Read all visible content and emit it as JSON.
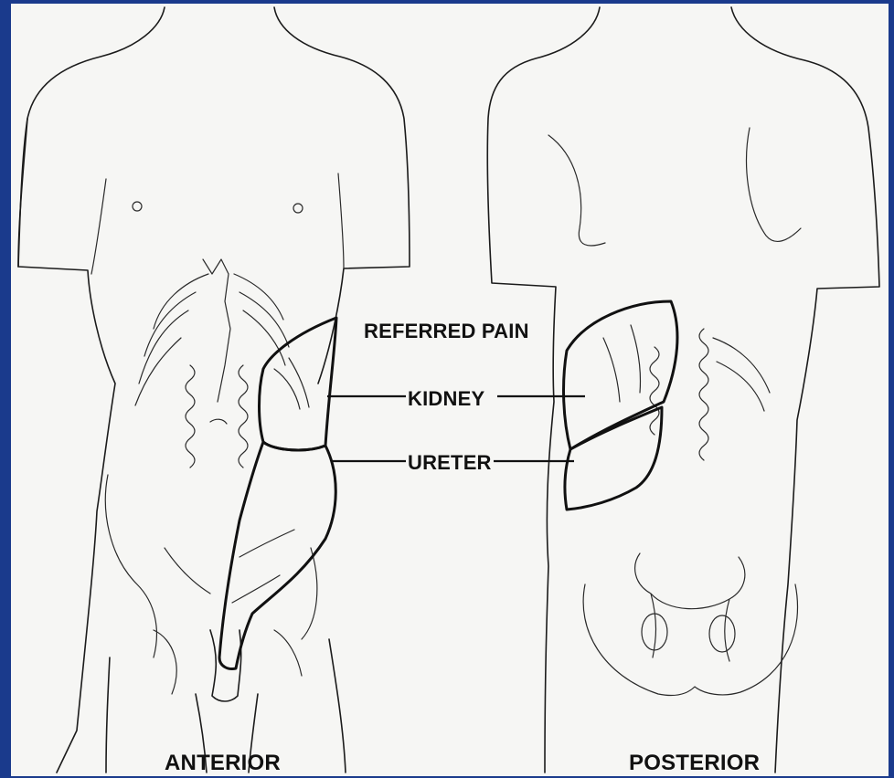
{
  "labels": {
    "referred_pain": "REFERRED PAIN",
    "kidney": "KIDNEY",
    "ureter": "URETER",
    "anterior": "ANTERIOR",
    "posterior": "POSTERIOR"
  },
  "colors": {
    "frame": "#1a3a8c",
    "background": "#f6f6f4",
    "kidney_region": "#7f7a80",
    "ureter_region": "#d4d6e2",
    "outline": "#1b1b1b"
  }
}
